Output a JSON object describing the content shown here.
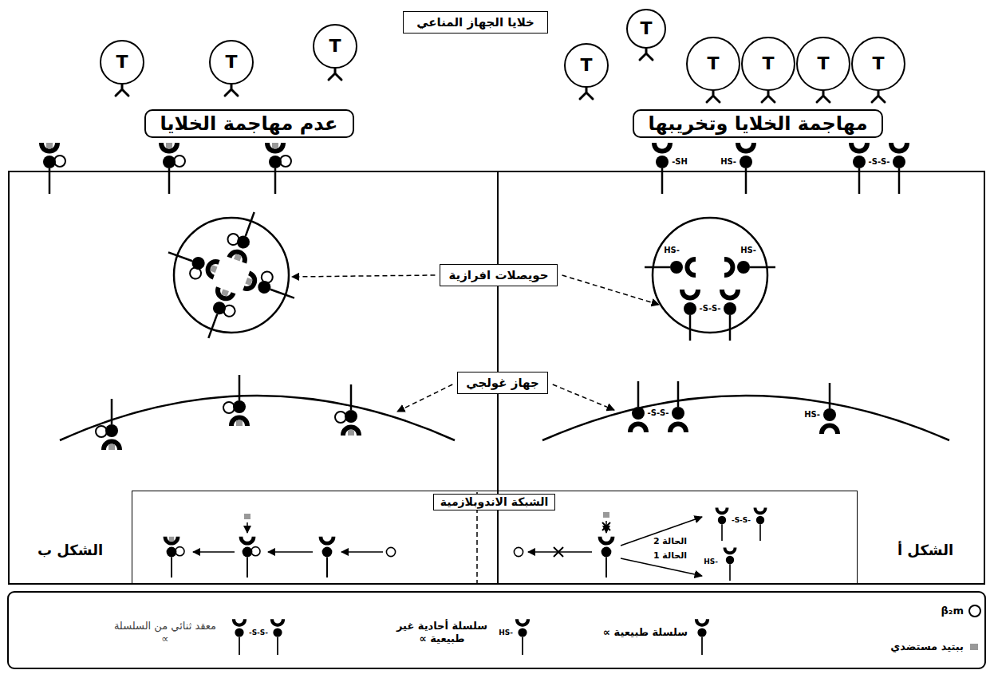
{
  "diagram": {
    "nodes": [
      {
        "text": [
          "خلايا الجهاز المناعي"
        ]
      },
      {
        "text": [
          "T"
        ]
      },
      {
        "text": [
          "T"
        ]
      },
      {
        "text": [
          "T"
        ]
      },
      {
        "text": [
          "T"
        ]
      },
      {
        "text": [
          "T"
        ]
      },
      {
        "text": [
          "T"
        ]
      },
      {
        "text": [
          "T"
        ]
      },
      {
        "text": [
          "T"
        ]
      },
      {
        "text": [
          "T"
        ]
      },
      {
        "text": [
          "عدم مهاجمة الخلايا"
        ]
      },
      {
        "text": [
          "مهاجمة الخلايا وتخريبها"
        ]
      },
      {
        "text": [
          "الشكل ب"
        ]
      },
      {
        "text": [
          "الشكل أ"
        ]
      },
      {
        "text": [
          "حويصلات افرازية"
        ]
      },
      {
        "text": [
          "جهاز غولجي"
        ]
      },
      {
        "text": [
          "الشبكة الاندوبلازمية"
        ]
      }
    ],
    "labels": [
      "الحالة 2",
      "الحالة 1",
      "-SH",
      "HS-",
      "-S-S-",
      "HS-",
      "HS-",
      "-S-S-",
      "-S-S-",
      "HS-",
      "-S-S-",
      "HS-",
      "HS-",
      "-S-S-"
    ],
    "legend": [
      {
        "text": "β₂m"
      },
      {
        "text": "ببتيد مستضدي",
        "color": "#999999"
      },
      {
        "text": "سلسلة طبيعية ∝"
      },
      {
        "text": "سلسلة أحادية غير طبيعية ∝"
      },
      {
        "text": "معقد ثنائي من السلسلة ∝"
      }
    ]
  }
}
